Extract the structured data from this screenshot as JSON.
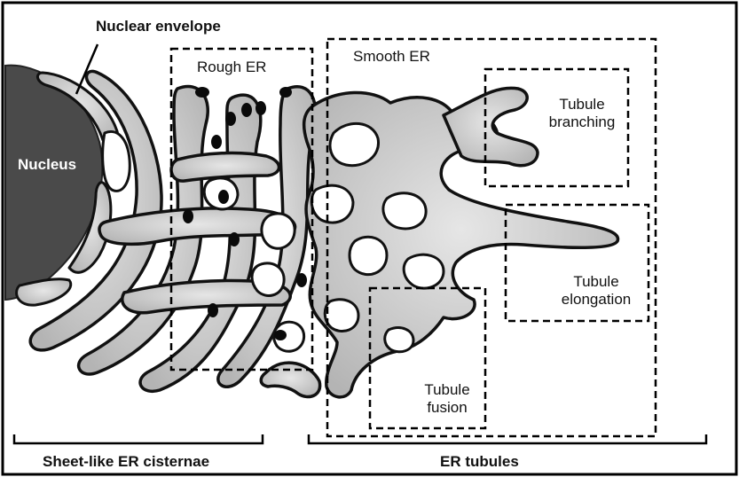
{
  "labels": {
    "nuclear_envelope": "Nuclear envelope",
    "nucleus": "Nucleus",
    "rough_er": "Rough ER",
    "smooth_er": "Smooth ER",
    "tubule_branching_1": "Tubule",
    "tubule_branching_2": "branching",
    "tubule_elongation_1": "Tubule",
    "tubule_elongation_2": "elongation",
    "tubule_fusion_1": "Tubule",
    "tubule_fusion_2": "fusion",
    "sheet_cisternae": "Sheet-like ER cisternae",
    "er_tubules": "ER tubules"
  },
  "colors": {
    "frame": "#000000",
    "nucleus": "#4a4a4a",
    "er_fill": "#c8c8c8",
    "er_fill_light": "#e2e2e2",
    "er_outline": "#111111",
    "ribosome": "#0a0a0a"
  }
}
